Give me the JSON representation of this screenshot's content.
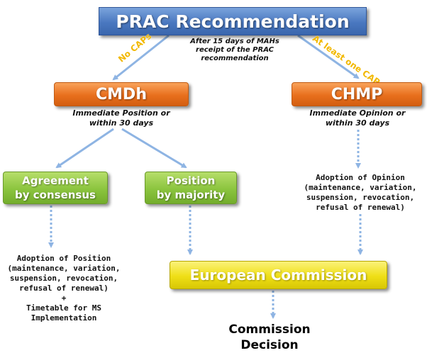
{
  "boxes": {
    "prac": "PRAC Recommendation",
    "cmdh": "CMDh",
    "chmp": "CHMP",
    "agreement": "Agreement\nby consensus",
    "majority": "Position\nby majority",
    "ec": "European Commission"
  },
  "texts": {
    "after15": "After 15 days of MAHs\nreceipt of the PRAC\nrecommendation",
    "cmdh_note": "Immediate Position or\nwithin 30 days",
    "chmp_note": "Immediate Opinion or\nwithin 30 days",
    "adoption_opinion": "Adoption of Opinion\n(maintenance, variation,\nsuspension, revocation,\nrefusal of renewal)",
    "adoption_position": "Adoption of Position\n(maintenance, variation,\nsuspension, revocation,\nrefusal of renewal)\n+\nTimetable for MS\nImplementation",
    "commission_decision": "Commission\nDecision"
  },
  "labels": {
    "no_caps": "No CAPs",
    "at_least_one_cap": "At least one CAP"
  },
  "colors": {
    "blue_box": "#4a78c0",
    "orange_box": "#e86f1d",
    "green_box": "#8bc43e",
    "yellow_box": "#efdf16",
    "arrow": "#8eb4e3",
    "label_text": "#f2b800"
  }
}
